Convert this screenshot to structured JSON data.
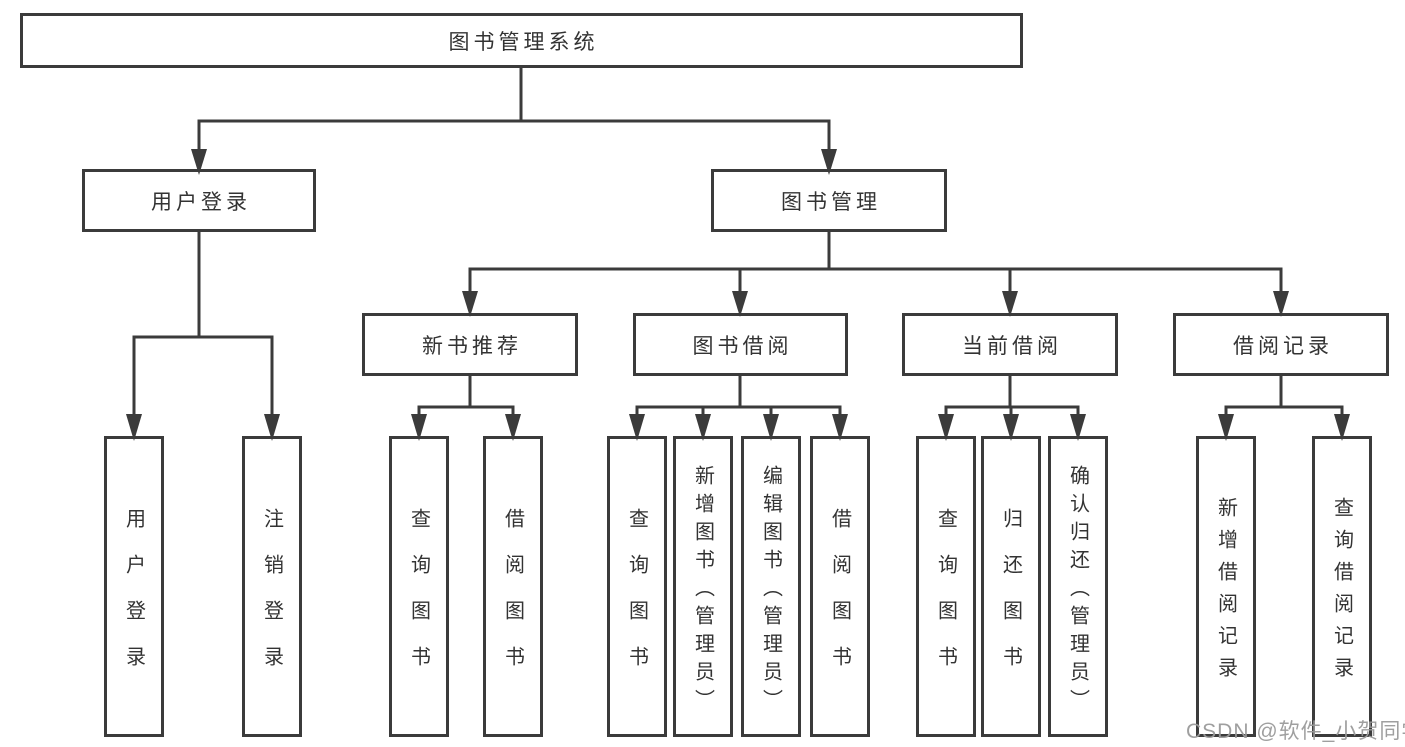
{
  "diagram": {
    "root": {
      "label": "图书管理系统"
    },
    "login": {
      "label": "用户登录",
      "children": [
        "用户登录",
        "注销登录"
      ]
    },
    "mgmt": {
      "label": "图书管理"
    },
    "rec": {
      "label": "新书推荐",
      "children": [
        "查询图书",
        "借阅图书"
      ]
    },
    "borrow": {
      "label": "图书借阅",
      "children": [
        "查询图书",
        "新增图书（管理员）",
        "编辑图书（管理员）",
        "借阅图书"
      ]
    },
    "current": {
      "label": "当前借阅",
      "children": [
        "查询图书",
        "归还图书",
        "确认归还（管理员）"
      ]
    },
    "records": {
      "label": "借阅记录",
      "children": [
        "新增借阅记录",
        "查询借阅记录"
      ]
    }
  },
  "colors": {
    "line": "#3b3b3b",
    "text": "#333333",
    "watermark": "#9a9a9a",
    "background": "#ffffff"
  },
  "watermark": "CSDN @软件_小贺同学"
}
